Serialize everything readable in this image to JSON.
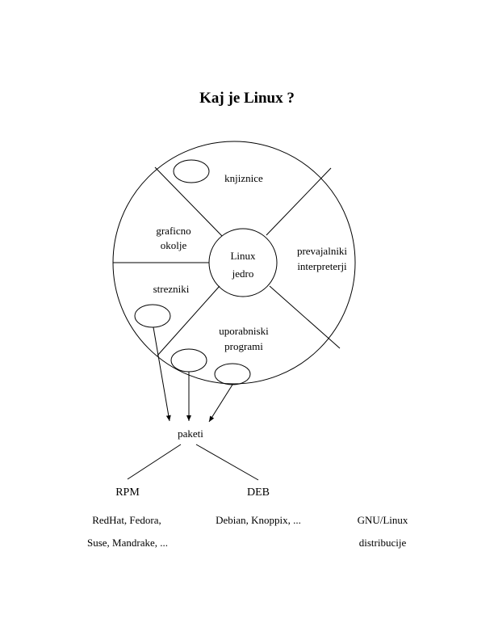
{
  "title": "Kaj je Linux ?",
  "kernel": {
    "line1": "Linux",
    "line2": "jedro"
  },
  "segments": {
    "libraries": "knjiznice",
    "gui_line1": "graficno",
    "gui_line2": "okolje",
    "compilers_line1": "prevajalniki",
    "compilers_line2": "interpreterji",
    "servers": "strezniki",
    "userapps_line1": "uporabniski",
    "userapps_line2": "programi"
  },
  "packages": "paketi",
  "formats": {
    "rpm": "RPM",
    "deb": "DEB"
  },
  "distros": {
    "rpm_line1": "RedHat,  Fedora,",
    "rpm_line2": "Suse,  Mandrake, ...",
    "deb_line1": "Debian, Knoppix, ...",
    "gnu_line1": "GNU/Linux",
    "gnu_line2": "distribucije"
  }
}
